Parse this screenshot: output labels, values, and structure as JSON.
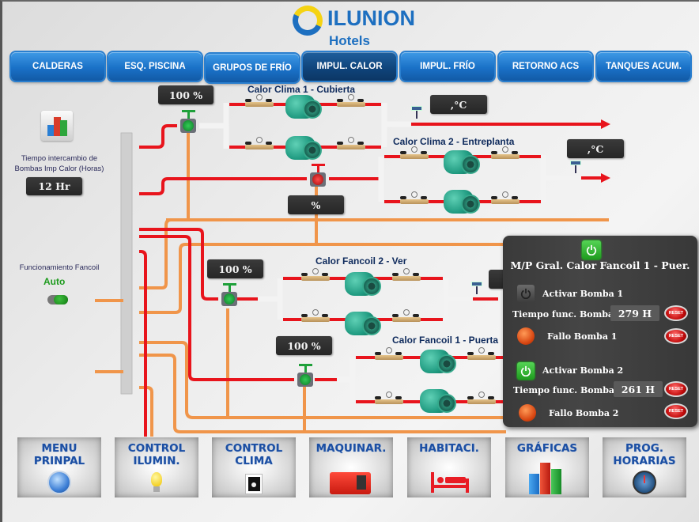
{
  "brand": {
    "name": "ILUNION",
    "sub": "Hotels",
    "colors": {
      "primary": "#1d6fc0",
      "accent": "#f5d312"
    }
  },
  "topnav": {
    "tabs": [
      {
        "label": "CALDERAS",
        "active": false
      },
      {
        "label": "ESQ. PISCINA",
        "active": false
      },
      {
        "label": "GRUPOS DE FRÍO",
        "active": false
      },
      {
        "label": "IMPUL. CALOR",
        "active": true
      },
      {
        "label": "IMPUL. FRÍO",
        "active": false
      },
      {
        "label": "RETORNO ACS",
        "active": false
      },
      {
        "label": "TANQUES ACUM.",
        "active": false
      }
    ]
  },
  "side": {
    "chart_icon": "bar-chart-icon",
    "exchange_label": "Tiempo intercambio de Bombas Imp Calor (Horas)",
    "exchange_value": "12 Hr",
    "fancoil_label": "Funcionamiento Fancoil",
    "fancoil_mode": "Auto",
    "fancoil_toggle_on": true
  },
  "circuits": [
    {
      "name": "Calor Clima 1 - Cubierta",
      "valve_pct": "100 %",
      "temp": ",°C"
    },
    {
      "name": "Calor Clima 2 - Entreplanta",
      "valve_pct": "%",
      "temp": ",°C"
    },
    {
      "name": "Calor Fancoil 2 - Ver",
      "valve_pct": "100 %",
      "temp": ""
    },
    {
      "name": "Calor Fancoil 1 - Puerta",
      "valve_pct": "100 %",
      "temp": ""
    }
  ],
  "popup": {
    "title": "M/P Gral. Calor Fancoil 1 - Puer.",
    "main_power_on": true,
    "pumps": [
      {
        "activate_label": "Activar Bomba 1",
        "active": false,
        "time_label": "Tiempo func. Bomba 1",
        "time_value": "279 H",
        "fault_label": "Fallo Bomba 1"
      },
      {
        "activate_label": "Activar Bomba 2",
        "active": true,
        "time_label": "Tiempo func. Bomba 2",
        "time_value": "261 H",
        "fault_label": "Fallo Bomba 2"
      }
    ],
    "reset_label": "RESET"
  },
  "bottomnav": {
    "items": [
      {
        "label": "MENU PRINPAL",
        "icon": "home-orb-icon"
      },
      {
        "label": "CONTROL ILUMIN.",
        "icon": "lightbulb-icon"
      },
      {
        "label": "CONTROL CLIMA",
        "icon": "thermostat-icon"
      },
      {
        "label": "MAQUINAR.",
        "icon": "generator-icon"
      },
      {
        "label": "HABITACI.",
        "icon": "bed-icon"
      },
      {
        "label": "GRÁFICAS",
        "icon": "bar-chart-icon"
      },
      {
        "label": "PROG. HORARIAS",
        "icon": "clock-icon"
      }
    ]
  },
  "colors": {
    "supply_pipe": "#e8141c",
    "return_pipe": "#f0954a",
    "nav_blue": "#1a71c7"
  }
}
